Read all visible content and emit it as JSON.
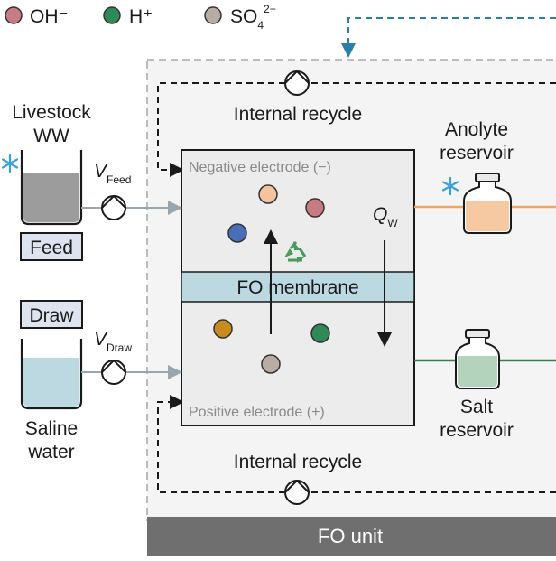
{
  "legend": {
    "oh": {
      "label": "OH⁻",
      "color": "#c97b84"
    },
    "h": {
      "label": "H⁺",
      "color": "#2e8b57"
    },
    "so4": {
      "base": "SO",
      "sub": "4",
      "sup": "2−",
      "color": "#b8aca4"
    }
  },
  "feed_side": {
    "title_line1": "Livestock",
    "title_line2": "WW",
    "label": "Feed",
    "flow_symbol": "V",
    "flow_subscript": "Feed"
  },
  "draw_side": {
    "label": "Draw",
    "title_line1": "Saline",
    "title_line2": "water",
    "flow_symbol": "V",
    "flow_subscript": "Draw"
  },
  "cell": {
    "negative_electrode": "Negative electrode (−)",
    "positive_electrode": "Positive electrode (+)",
    "membrane": "FO membrane",
    "water_flux_symbol": "Q",
    "water_flux_subscript": "W"
  },
  "recycle": {
    "top_label": "Internal recycle",
    "bottom_label": "Internal recycle"
  },
  "reservoirs": {
    "anolyte_line1": "Anolyte",
    "anolyte_line2": "reservoir",
    "salt_line1": "Salt",
    "salt_line2": "reservoir"
  },
  "unit_label": "FO unit",
  "colors": {
    "feed_liquid": "#9c9c9c",
    "draw_liquid": "#bcd9e2",
    "membrane": "#bcd9e2",
    "anolyte_line": "#f2a561",
    "salt_line": "#3a7d4e",
    "dashed_feed_line": "#2a7ea8",
    "unit_bar": "#6f6f6f",
    "cold_icon": "#3aa0d8",
    "particle_peach": "#f2c39d",
    "particle_blue": "#4a6fb8",
    "particle_ochre": "#c98a1e"
  },
  "icons": [
    "snowflake-icon",
    "pump-icon",
    "recycle-icon",
    "bottle-icon"
  ]
}
